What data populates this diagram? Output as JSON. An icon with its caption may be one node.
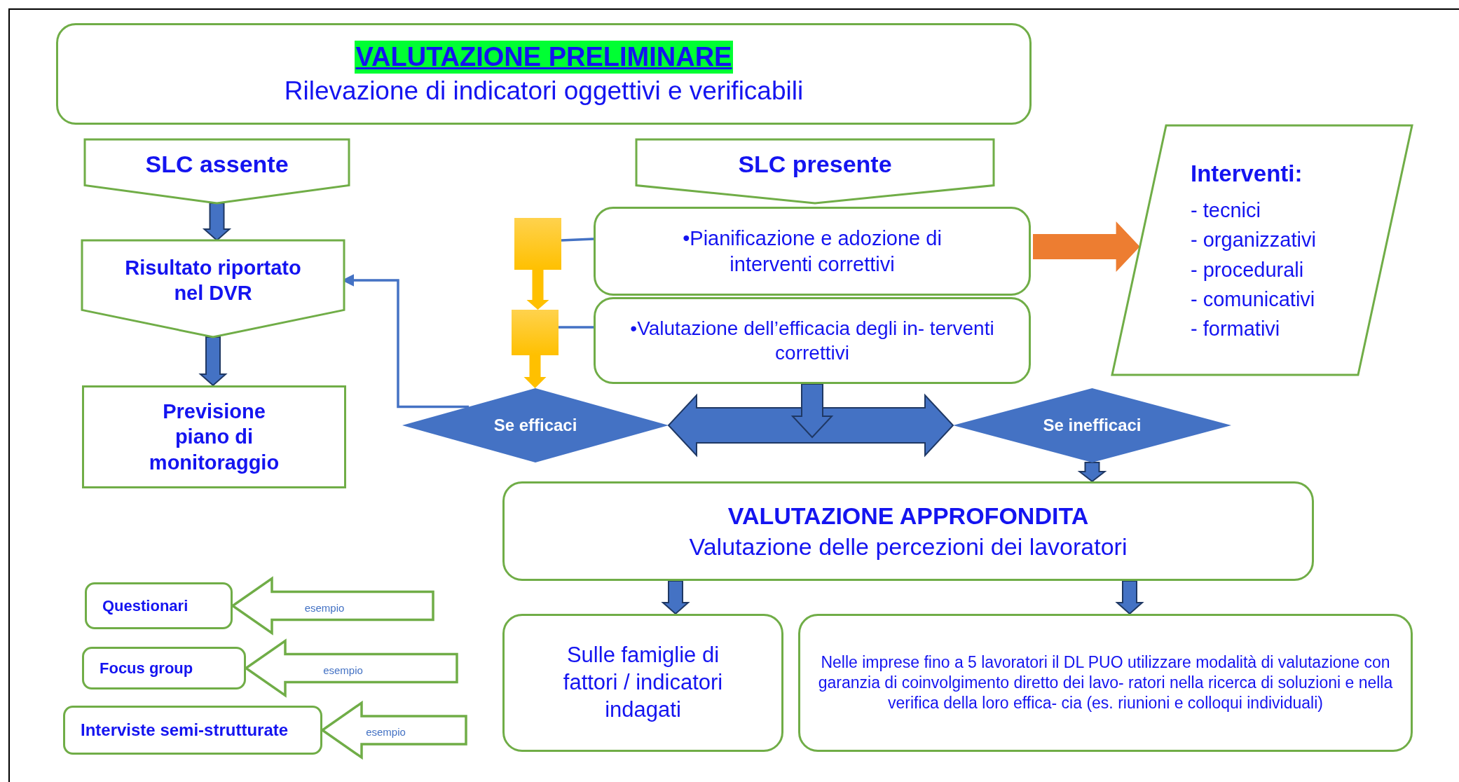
{
  "diagram": {
    "nodes": [
      {
        "text": [
          "VALUTAZIONE PRELIMINARE",
          "Rilevazione di indicatori oggettivi e verificabili"
        ]
      },
      {
        "text": [
          "SLC assente"
        ]
      },
      {
        "text": [
          "Risultato riportato nel DVR"
        ]
      },
      {
        "text": [
          "Previsione piano di monitoraggio"
        ]
      },
      {
        "text": [
          "SLC presente"
        ]
      },
      {
        "text": [
          "•Pianificazione e adozione di interventi correttivi"
        ]
      },
      {
        "text": [
          "•Valutazione dell’efficacia degli in- terventi correttivi"
        ]
      },
      {
        "text": [
          "Interventi:",
          "- tecnici",
          "- organizzativi",
          "- procedurali",
          "- comunicativi",
          "- formativi"
        ]
      },
      {
        "text": [
          "Se efficaci"
        ]
      },
      {
        "text": [
          "Se inefficaci"
        ]
      },
      {
        "text": [
          "VALUTAZIONE APPROFONDITA",
          "Valutazione delle percezioni dei lavoratori"
        ]
      },
      {
        "text": [
          "Sulle famiglie di fattori / indicatori indagati"
        ]
      },
      {
        "text": [
          "Nelle imprese fino a 5 lavoratori il DL PUO utilizzare modalità di valutazione con garanzia di coinvolgimento diretto dei lavo- ratori nella ricerca di soluzioni e nella verifica della loro effica- cia (es. riunioni e colloqui individuali)"
        ]
      },
      {
        "text": [
          "Questionari"
        ]
      },
      {
        "text": [
          "Focus group"
        ]
      },
      {
        "text": [
          "Interviste semi-strutturate"
        ]
      },
      {
        "text": [],
        "shape": "box"
      },
      {
        "text": [],
        "shape": "box"
      }
    ],
    "edges": [
      {
        "from": 1,
        "to": 2,
        "arrow": "to",
        "style": "thick"
      },
      {
        "from": 2,
        "to": 3,
        "arrow": "to",
        "style": "thick"
      },
      {
        "from": 16,
        "to": 5,
        "arrow": "none"
      },
      {
        "from": 16,
        "to": 17,
        "arrow": "to",
        "style": "thick",
        "color": "#ffc000"
      },
      {
        "from": 17,
        "to": 6,
        "arrow": "none"
      },
      {
        "from": 17,
        "to": 8,
        "arrow": "to",
        "style": "thick",
        "color": "#ffc000"
      },
      {
        "from": 8,
        "to": 2,
        "arrow": "to"
      },
      {
        "from": 5,
        "to": 7,
        "arrow": "to",
        "style": "thick",
        "color": "#ed7d31"
      },
      {
        "from": 8,
        "to": 9,
        "arrow": "both",
        "style": "thick"
      },
      {
        "from": 6,
        "to": null,
        "arrow": "to",
        "style": "thick"
      },
      {
        "from": 9,
        "to": 10,
        "arrow": "to",
        "style": "thick"
      },
      {
        "from": 10,
        "to": 11,
        "arrow": "to",
        "style": "thick"
      },
      {
        "from": 10,
        "to": 12,
        "arrow": "to",
        "style": "thick"
      },
      {
        "from": null,
        "to": 13,
        "arrow": "to",
        "label": "esempio",
        "style": "thick",
        "color": "#70ad47"
      },
      {
        "from": null,
        "to": 14,
        "arrow": "to",
        "label": "esempio",
        "style": "thick",
        "color": "#70ad47"
      },
      {
        "from": null,
        "to": 15,
        "arrow": "to",
        "label": "esempio",
        "style": "thick",
        "color": "#70ad47"
      }
    ]
  }
}
